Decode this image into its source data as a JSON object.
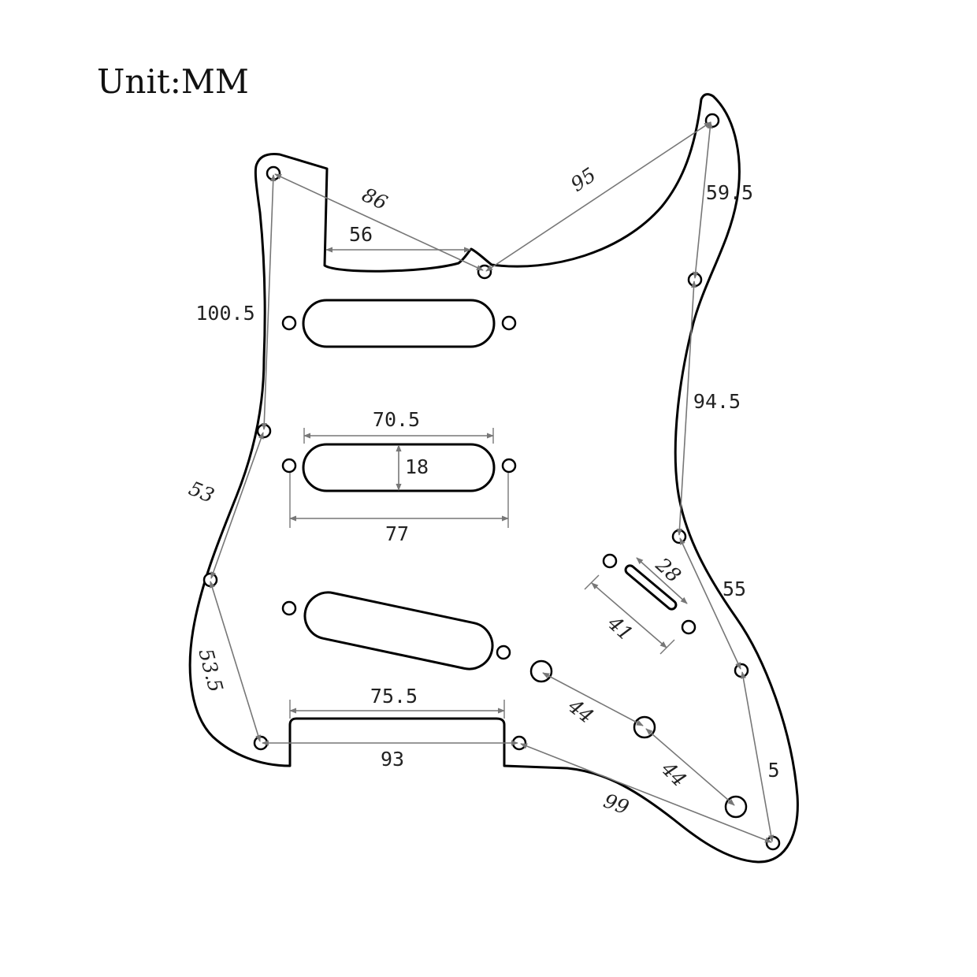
{
  "unit_label": "Unit:MM",
  "colors": {
    "outline": "#000000",
    "dimension": "#777777",
    "background": "#ffffff"
  },
  "dimensions": {
    "screw_86": "86",
    "neck_56": "56",
    "horn_95": "95",
    "horn_59_5": "59.5",
    "side_100_5": "100.5",
    "right_94_5": "94.5",
    "pickup_70_5": "70.5",
    "pickup_18": "18",
    "pickup_77": "77",
    "left_53": "53",
    "switch_28": "28",
    "switch_41": "41",
    "right_55": "55",
    "left_53_5": "53.5",
    "bridge_75_5": "75.5",
    "knob_44_a": "44",
    "knob_44_b": "44",
    "right_5": "5",
    "bottom_93": "93",
    "bottom_99": "99"
  }
}
